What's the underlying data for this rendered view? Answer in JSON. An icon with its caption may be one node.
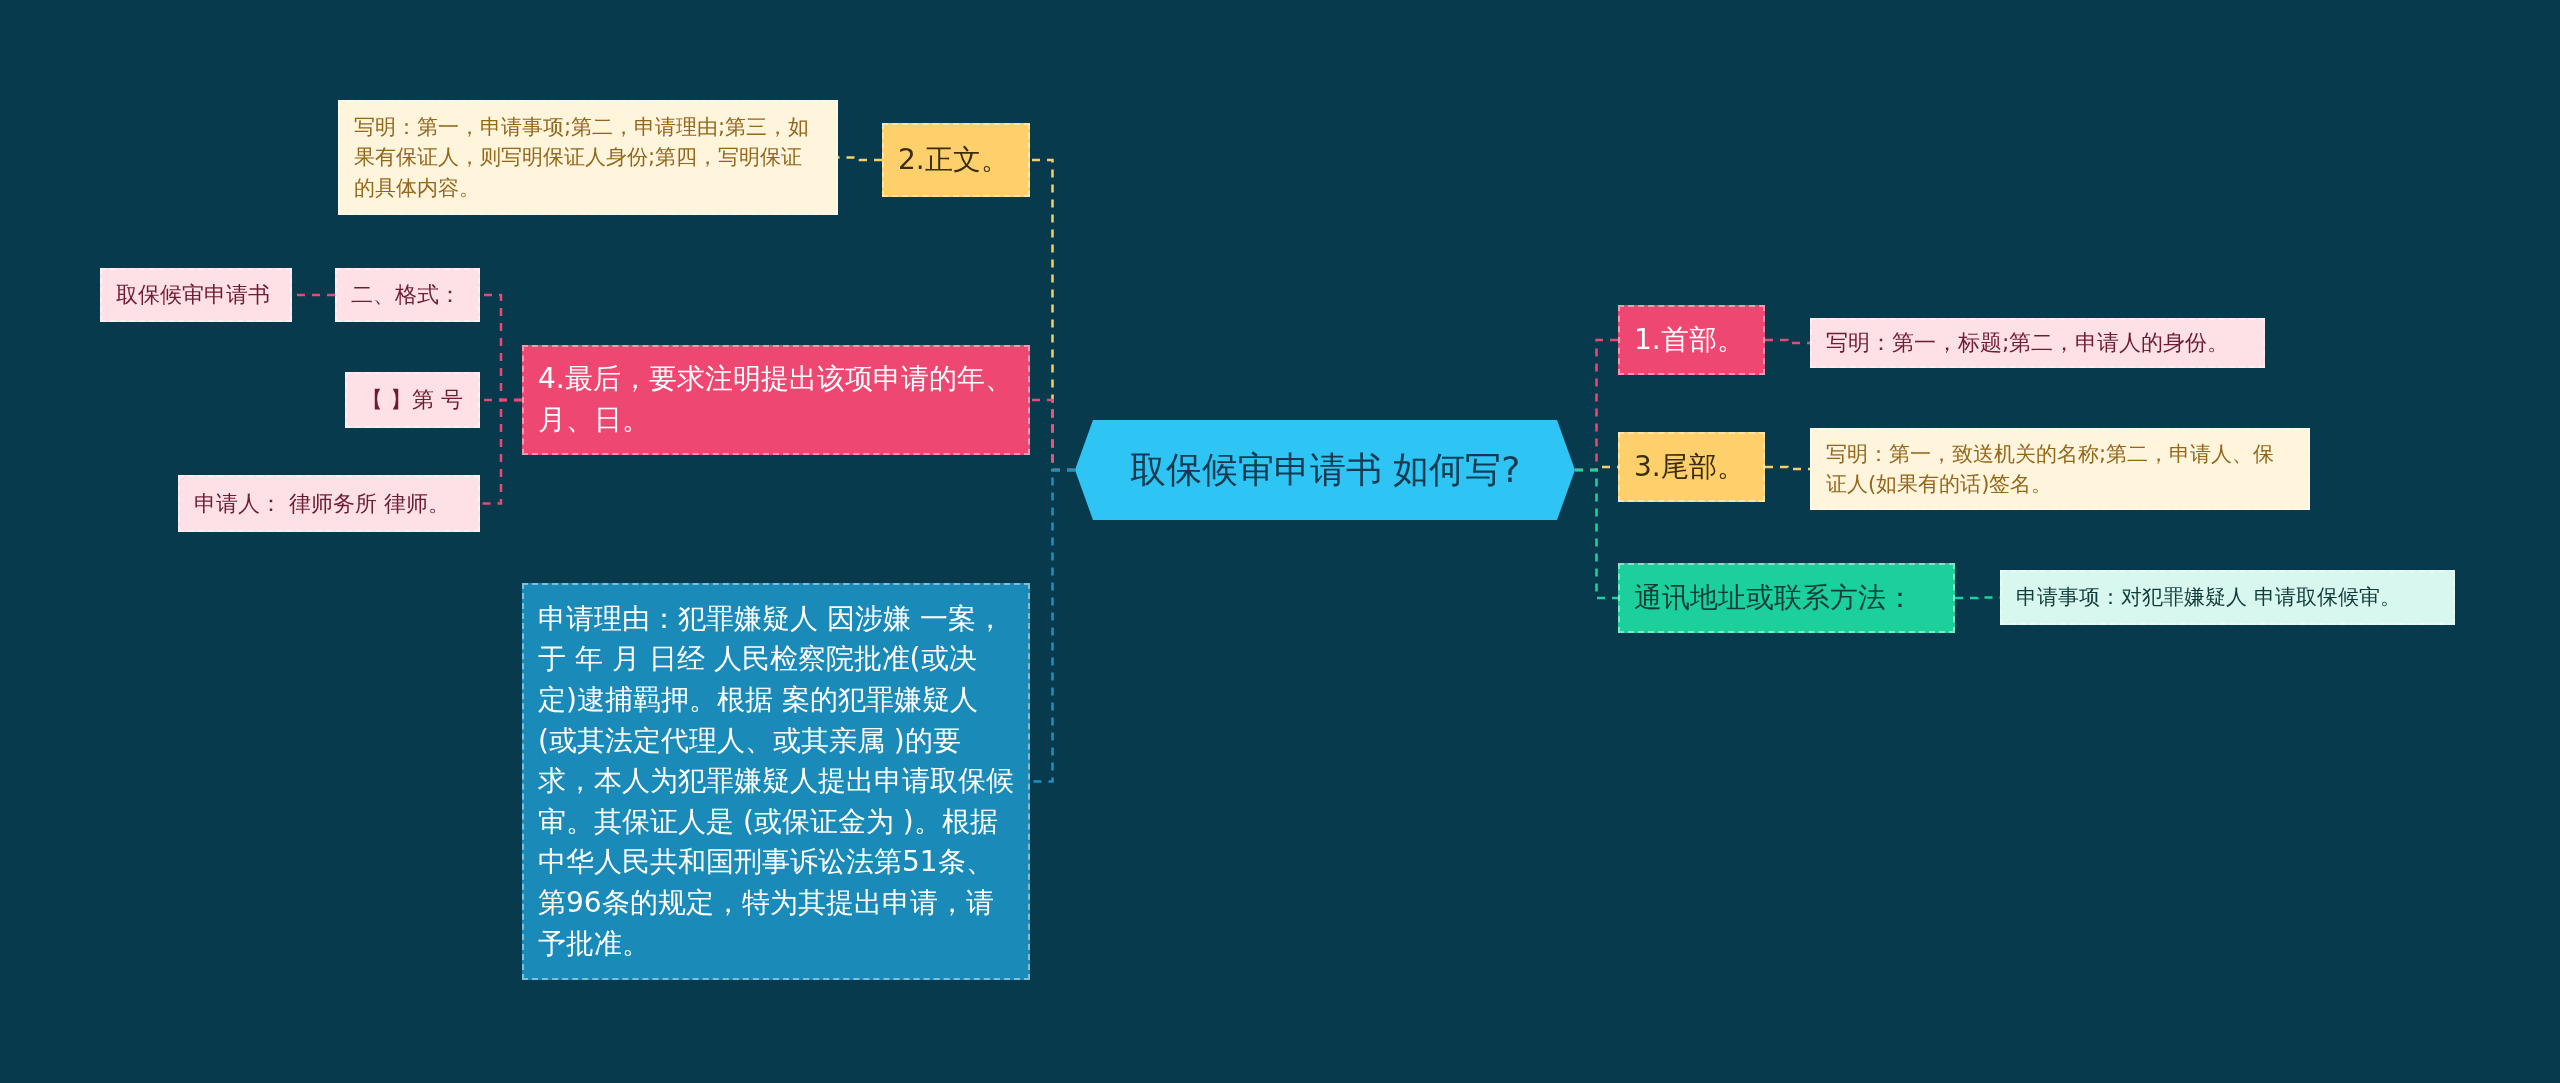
{
  "diagram": {
    "nodes": [
      {
        "text": [
          "取保候审申请书 如何写?"
        ]
      },
      {
        "text": [
          "2.正文。"
        ]
      },
      {
        "text": [
          "写明：第一，申请事项;第二，申请理由;第三，如果有保证人，则写明保证人身份;第四，写明保证的具体内容。"
        ]
      },
      {
        "text": [
          "4.最后，要求注明提出该项申请的年、月、日。"
        ]
      },
      {
        "text": [
          "二、格式："
        ]
      },
      {
        "text": [
          "取保候审申请书"
        ]
      },
      {
        "text": [
          "【 】第 号"
        ]
      },
      {
        "text": [
          "申请人： 律师务所 律师。"
        ]
      },
      {
        "text": [
          "申请理由：犯罪嫌疑人 因涉嫌 一案，于 年 月 日经 人民检察院批准(或决定)逮捕羁押。根据 案的犯罪嫌疑人 (或其法定代理人、或其亲属 )的要求，本人为犯罪嫌疑人提出申请取保候审。其保证人是 (或保证金为 )。根据中华人民共和国刑事诉讼法第51条、第96条的规定，特为其提出申请，请予批准。"
        ]
      },
      {
        "text": [
          "1.首部。"
        ]
      },
      {
        "text": [
          "写明：第一，标题;第二，申请人的身份。"
        ]
      },
      {
        "text": [
          "3.尾部。"
        ]
      },
      {
        "text": [
          "写明：第一，致送机关的名称;第二，申请人、保证人(如果有的话)签名。"
        ]
      },
      {
        "text": [
          "通讯地址或联系方法："
        ]
      },
      {
        "text": [
          "申请事项：对犯罪嫌疑人 申请取保候审。"
        ]
      }
    ],
    "edges": [
      {
        "from": 0,
        "to": 1,
        "arrow": "none",
        "style": "dashed",
        "color": "#f5d06a"
      },
      {
        "from": 1,
        "to": 2,
        "arrow": "none",
        "style": "dashed",
        "color": "#f5d06a"
      },
      {
        "from": 0,
        "to": 3,
        "arrow": "none",
        "style": "dashed"
      },
      {
        "from": 3,
        "to": 4,
        "arrow": "none",
        "style": "dashed"
      },
      {
        "from": 4,
        "to": 5,
        "arrow": "none",
        "style": "dashed"
      },
      {
        "from": 3,
        "to": 6,
        "arrow": "none",
        "style": "dashed"
      },
      {
        "from": 3,
        "to": 7,
        "arrow": "none",
        "style": "dashed"
      },
      {
        "from": 0,
        "to": 8,
        "arrow": "none",
        "style": "dashed",
        "color": "#1e90c2"
      },
      {
        "from": 0,
        "to": 9,
        "arrow": "none",
        "style": "dashed"
      },
      {
        "from": 9,
        "to": 10,
        "arrow": "none",
        "style": "dashed"
      },
      {
        "from": 0,
        "to": 11,
        "arrow": "none",
        "style": "dashed",
        "color": "#f5d06a"
      },
      {
        "from": 11,
        "to": 12,
        "arrow": "none",
        "style": "dashed",
        "color": "#f5d06a"
      },
      {
        "from": 0,
        "to": 13,
        "arrow": "none",
        "style": "dashed",
        "color": "#1fd3a0"
      },
      {
        "from": 13,
        "to": 14,
        "arrow": "none",
        "style": "dashed",
        "color": "#1fd3a0"
      }
    ]
  }
}
